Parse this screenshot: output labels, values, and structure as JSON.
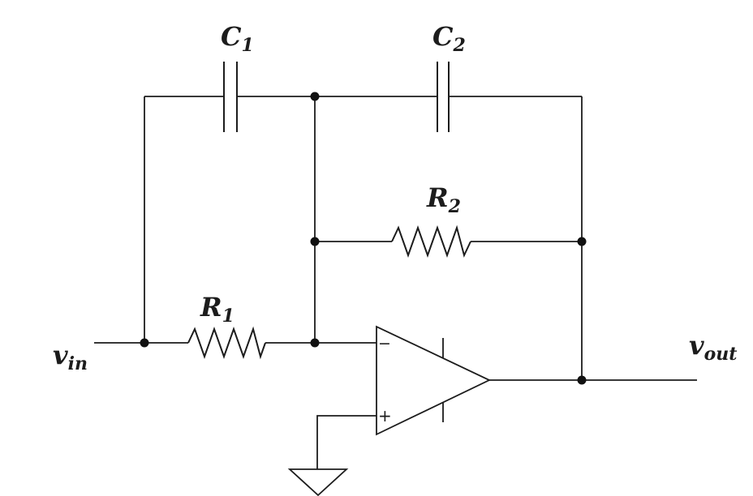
{
  "circuit": {
    "description": "Inverting op-amp multiple-feedback filter circuit diagram",
    "labels": {
      "c1": {
        "base": "C",
        "sub": "1"
      },
      "c2": {
        "base": "C",
        "sub": "2"
      },
      "r1": {
        "base": "R",
        "sub": "1"
      },
      "r2": {
        "base": "R",
        "sub": "2"
      },
      "vin": {
        "base": "v",
        "sub": "in"
      },
      "vout": {
        "base": "v",
        "sub": "out"
      }
    },
    "opamp": {
      "inverting_input_label": "−",
      "noninverting_input_label": "+"
    },
    "colors": {
      "line": "#1c1c1c",
      "dot": "#111111",
      "background": "#ffffff"
    }
  }
}
